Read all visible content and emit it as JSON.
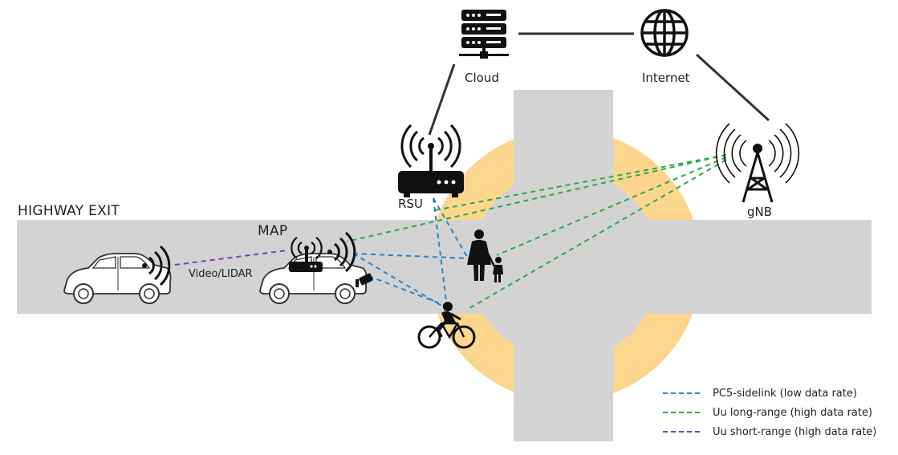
{
  "labels": {
    "cloud": "Cloud",
    "internet": "Internet",
    "rsu": "RSU",
    "gnb": "gNB",
    "highway_exit": "HIGHWAY EXIT",
    "map": "MAP",
    "video_lidar": "Video/LIDAR"
  },
  "legend": {
    "pc5": {
      "label": "PC5-sidelink (low data rate)",
      "color": "#2b86c5"
    },
    "uu_long": {
      "label": "Uu long-range (high data rate)",
      "color": "#2ca84a"
    },
    "uu_short": {
      "label": "Uu short-range (high data rate)",
      "color": "#7b3fa6"
    }
  },
  "colors": {
    "road": "#d3d3d3",
    "roundabout_ring": "#fcd68c",
    "icon": "#111111"
  }
}
